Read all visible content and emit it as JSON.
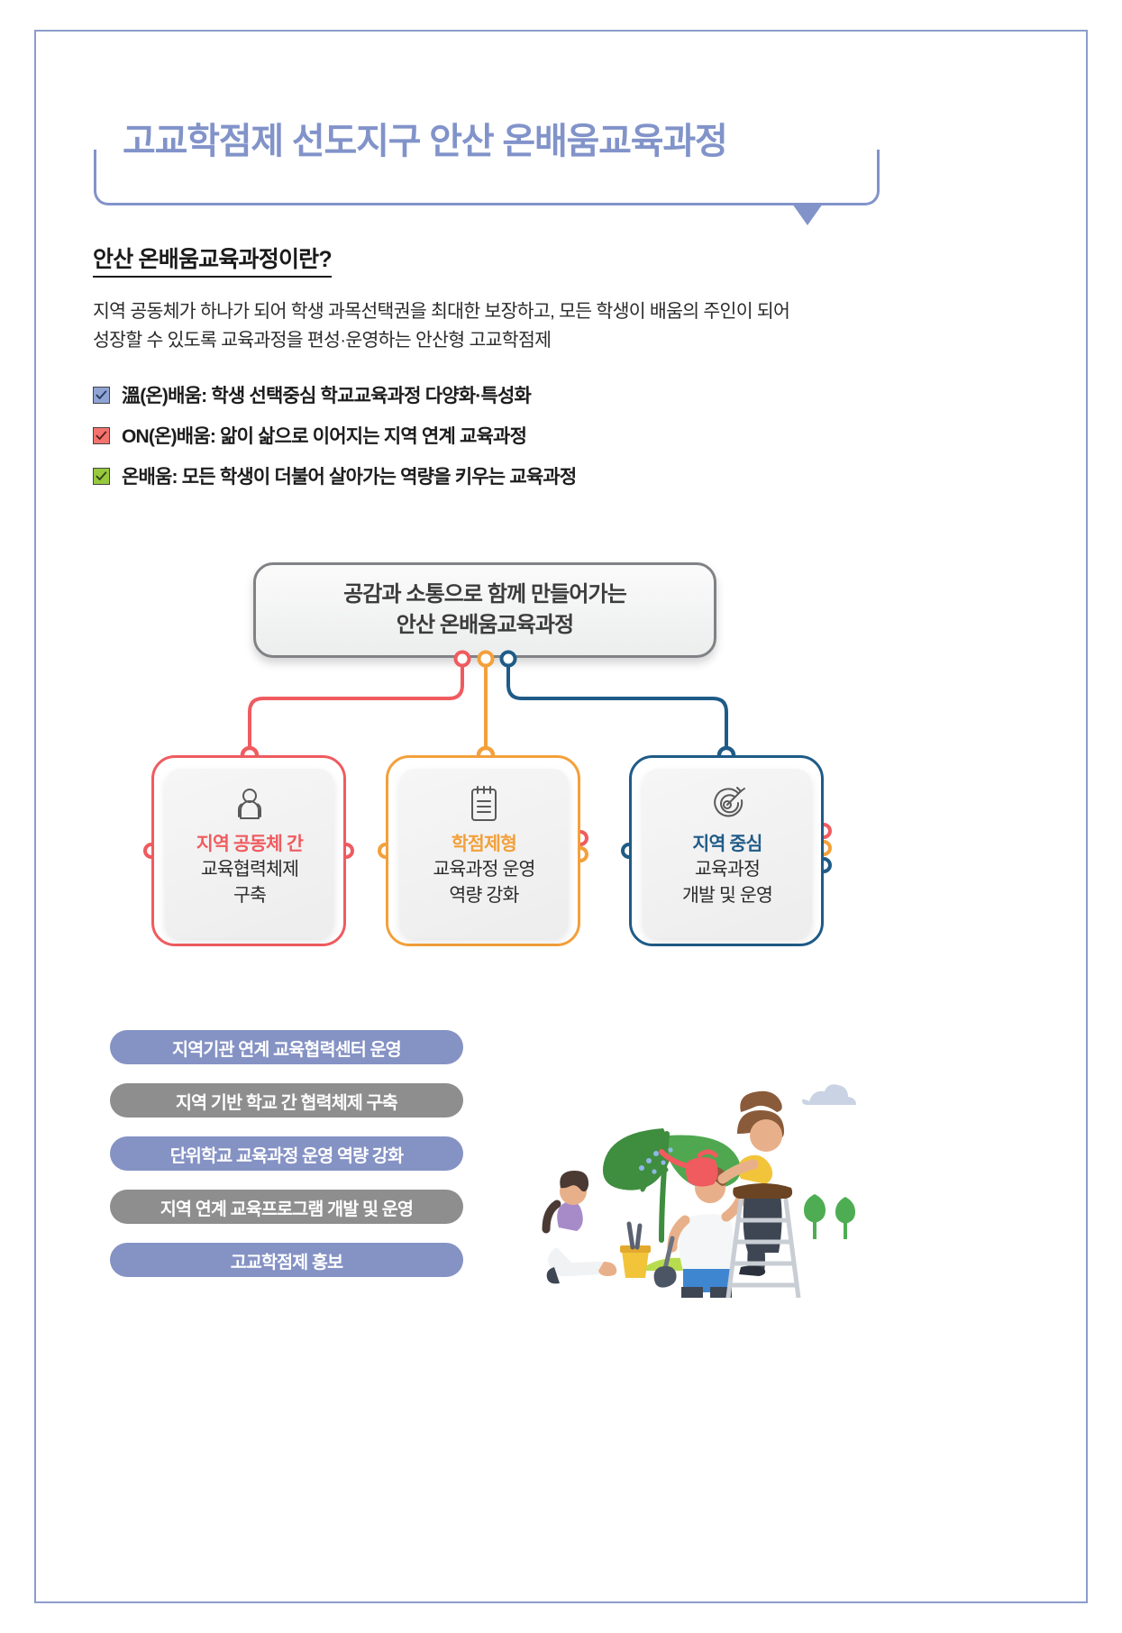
{
  "poster": {
    "title": "고교학점제 선도지구 안산 온배움교육과정",
    "title_color": "#8193c9",
    "frame_color": "#8c9ccb"
  },
  "intro": {
    "heading": "안산 온배움교육과정이란?",
    "highlight_color": "#ffef3f",
    "body_line1": "지역 공동체가 하나가 되어 학생 과목선택권을 최대한 보장하고, 모든 학생이 배움의 주인이 되어",
    "body_line2": "성장할 수 있도록 교육과정을 편성·운영하는 안산형 고교학점제"
  },
  "checklist": [
    {
      "icon": "checkbox-checked-icon",
      "color": "#8fa4d4",
      "label": "溫(온)배움: 학생 선택중심 학교교육과정 다양화·특성화"
    },
    {
      "icon": "checkbox-checked-icon",
      "color": "#f4736f",
      "label": "ON(온)배움: 앎이 삶으로 이어지는 지역 연계 교육과정"
    },
    {
      "icon": "checkbox-checked-icon",
      "color": "#96c93d",
      "label": "온배움: 모든 학생이 더불어 살아가는 역량을 키우는 교육과정"
    }
  ],
  "hub": {
    "line1": "공감과 소통으로 함께 만들어가는",
    "line2": "안산 온배움교육과정",
    "border_color": "#808285"
  },
  "cards": [
    {
      "icon": "people-group-icon",
      "color": "#ef5b5f",
      "title": "지역 공동체 간",
      "sub_line1": "교육협력체제",
      "sub_line2": "구축"
    },
    {
      "icon": "clipboard-icon",
      "color": "#f3a03b",
      "title": "학점제형",
      "sub_line1": "교육과정 운영",
      "sub_line2": "역량 강화"
    },
    {
      "icon": "target-icon",
      "color": "#1f5b87",
      "title": "지역 중심",
      "sub_line1": "교육과정",
      "sub_line2": "개발 및 운영"
    }
  ],
  "pills": [
    {
      "label": "지역기관 연계 교육협력센터 운영",
      "color": "#8592c4"
    },
    {
      "label": "지역 기반 학교 간 협력체제 구축",
      "color": "#8e8e8e"
    },
    {
      "label": "단위학교 교육과정 운영 역량 강화",
      "color": "#8592c4"
    },
    {
      "label": "지역 연계 교육프로그램 개발 및 운영",
      "color": "#8e8e8e"
    },
    {
      "label": "고교학점제 홍보",
      "color": "#8592c4"
    }
  ],
  "illustration": {
    "name": "people-watering-plant-illustration",
    "elements": [
      "standing-man-on-ladder",
      "watering-can",
      "boy-with-shovel",
      "kneeling-girl",
      "large-plant",
      "cloud",
      "small-trees",
      "bucket"
    ]
  }
}
